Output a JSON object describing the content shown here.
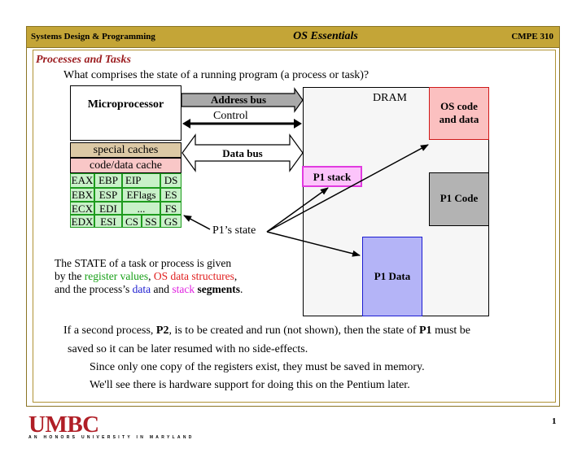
{
  "header": {
    "left": "Systems Design & Programming",
    "center": "OS Essentials",
    "right": "CMPE 310"
  },
  "slide": {
    "title": "Processes and Tasks",
    "intro": "What comprises the state of a running program (a process or task)?"
  },
  "diagram": {
    "microprocessor": "Microprocessor",
    "address_bus": "Address bus",
    "control": "Control",
    "data_bus": "Data bus",
    "special_caches": "special caches",
    "code_data_cache": "code/data cache",
    "registers": [
      "EAX",
      "EBP",
      "EIP",
      "DS",
      "EBX",
      "ESP",
      "EFlags",
      "ES",
      "ECX",
      "EDI",
      "...",
      "FS",
      "EDX",
      "ESI",
      "CS",
      "SS",
      "GS"
    ],
    "dram": "DRAM",
    "os_code_line1": "OS code",
    "os_code_line2": "and data",
    "p1_stack": "P1 stack",
    "p1_code": "P1 Code",
    "p1_data": "P1 Data",
    "p1_state": "P1’s state"
  },
  "state_text": {
    "line1": "The STATE of a task or process is given",
    "line2_a": "by the ",
    "line2_reg": "register values",
    "line2_b": ", ",
    "line2_os": "OS data structures",
    "line2_c": ",",
    "line3_a": "and the process’s ",
    "line3_data": "data",
    "line3_b": " and ",
    "line3_stack": "stack",
    "line3_c": " ",
    "line3_seg": "segments",
    "line3_d": "."
  },
  "paragraph": {
    "p1_a": "If a second process, ",
    "p1_b": "P2",
    "p1_c": ", is to be created and run (not shown), then the state of ",
    "p1_d": "P1",
    "p1_e": " must be",
    "p2": "saved so it can be later resumed with no side-effects.",
    "p3": "Since only one copy of the registers exist, they must be saved in memory.",
    "p4": "We'll see there is hardware support for doing this on the Pentium later."
  },
  "footer": {
    "logo": "UMBC",
    "logo_sub": "AN HONORS UNIVERSITY IN MARYLAND",
    "page": "1"
  },
  "colors": {
    "header_bg": "#c4a537",
    "title": "#9b1b1e",
    "register_green": "#18a018",
    "os_red": "#e01d1d",
    "data_blue": "#1a1ad0",
    "stack_magenta": "#e020e0"
  }
}
